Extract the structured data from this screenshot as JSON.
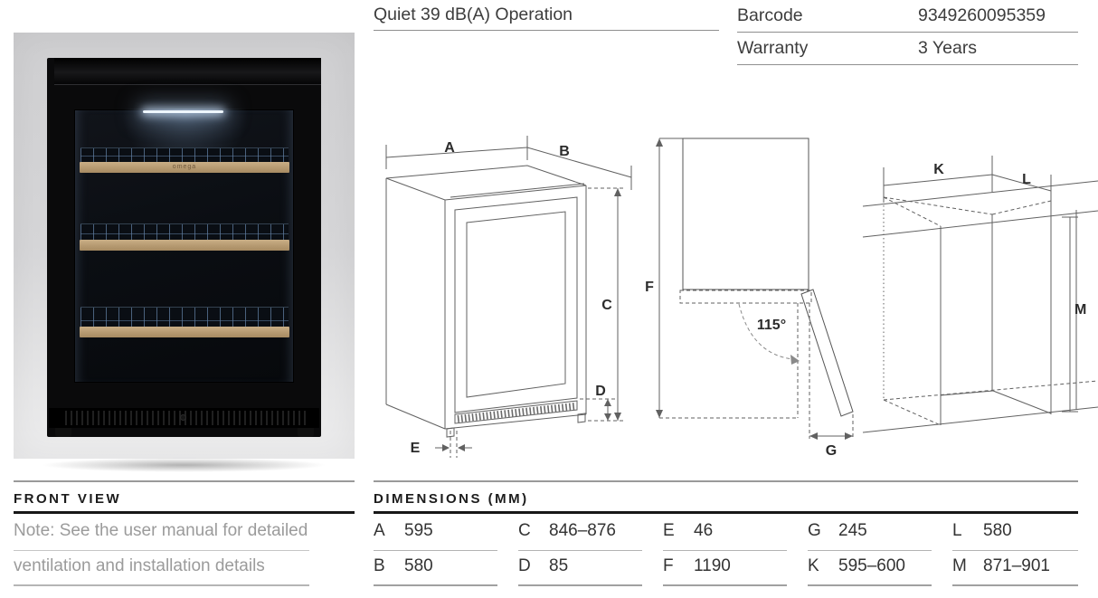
{
  "feature": {
    "title": "Quiet 39 dB(A) Operation"
  },
  "spec_table": {
    "rows": [
      {
        "label": "Barcode",
        "value": "9349260095359"
      },
      {
        "label": "Warranty",
        "value": "3 Years"
      }
    ]
  },
  "photo": {
    "shelf_brand": "omega"
  },
  "drawing_labels": {
    "a": "A",
    "b": "B",
    "c": "C",
    "d": "D",
    "e": "E",
    "f": "F",
    "g": "G",
    "k": "K",
    "l": "L",
    "m": "M",
    "door_angle": "115°"
  },
  "front_view": {
    "heading": "FRONT VIEW",
    "notes": [
      "Note: See the user manual for detailed",
      "ventilation and installation details"
    ]
  },
  "dimensions_table": {
    "heading": "DIMENSIONS (MM)",
    "columns": [
      {
        "top": {
          "key": "A",
          "value": "595"
        },
        "bottom": {
          "key": "B",
          "value": "580"
        }
      },
      {
        "top": {
          "key": "C",
          "value": "846–876"
        },
        "bottom": {
          "key": "D",
          "value": "85"
        }
      },
      {
        "top": {
          "key": "E",
          "value": "46"
        },
        "bottom": {
          "key": "F",
          "value": "1190"
        }
      },
      {
        "top": {
          "key": "G",
          "value": "245"
        },
        "bottom": {
          "key": "K",
          "value": "595–600"
        }
      },
      {
        "top": {
          "key": "L",
          "value": "580"
        },
        "bottom": {
          "key": "M",
          "value": "871–901"
        }
      }
    ]
  },
  "colors": {
    "shelf_trim": "#b69a71",
    "rule_gray": "#9a9a9a",
    "rule_heavy": "#181818",
    "muted_text": "#9b9b9b",
    "body_text": "#3d3d3d",
    "drawing_line": "#616161"
  }
}
